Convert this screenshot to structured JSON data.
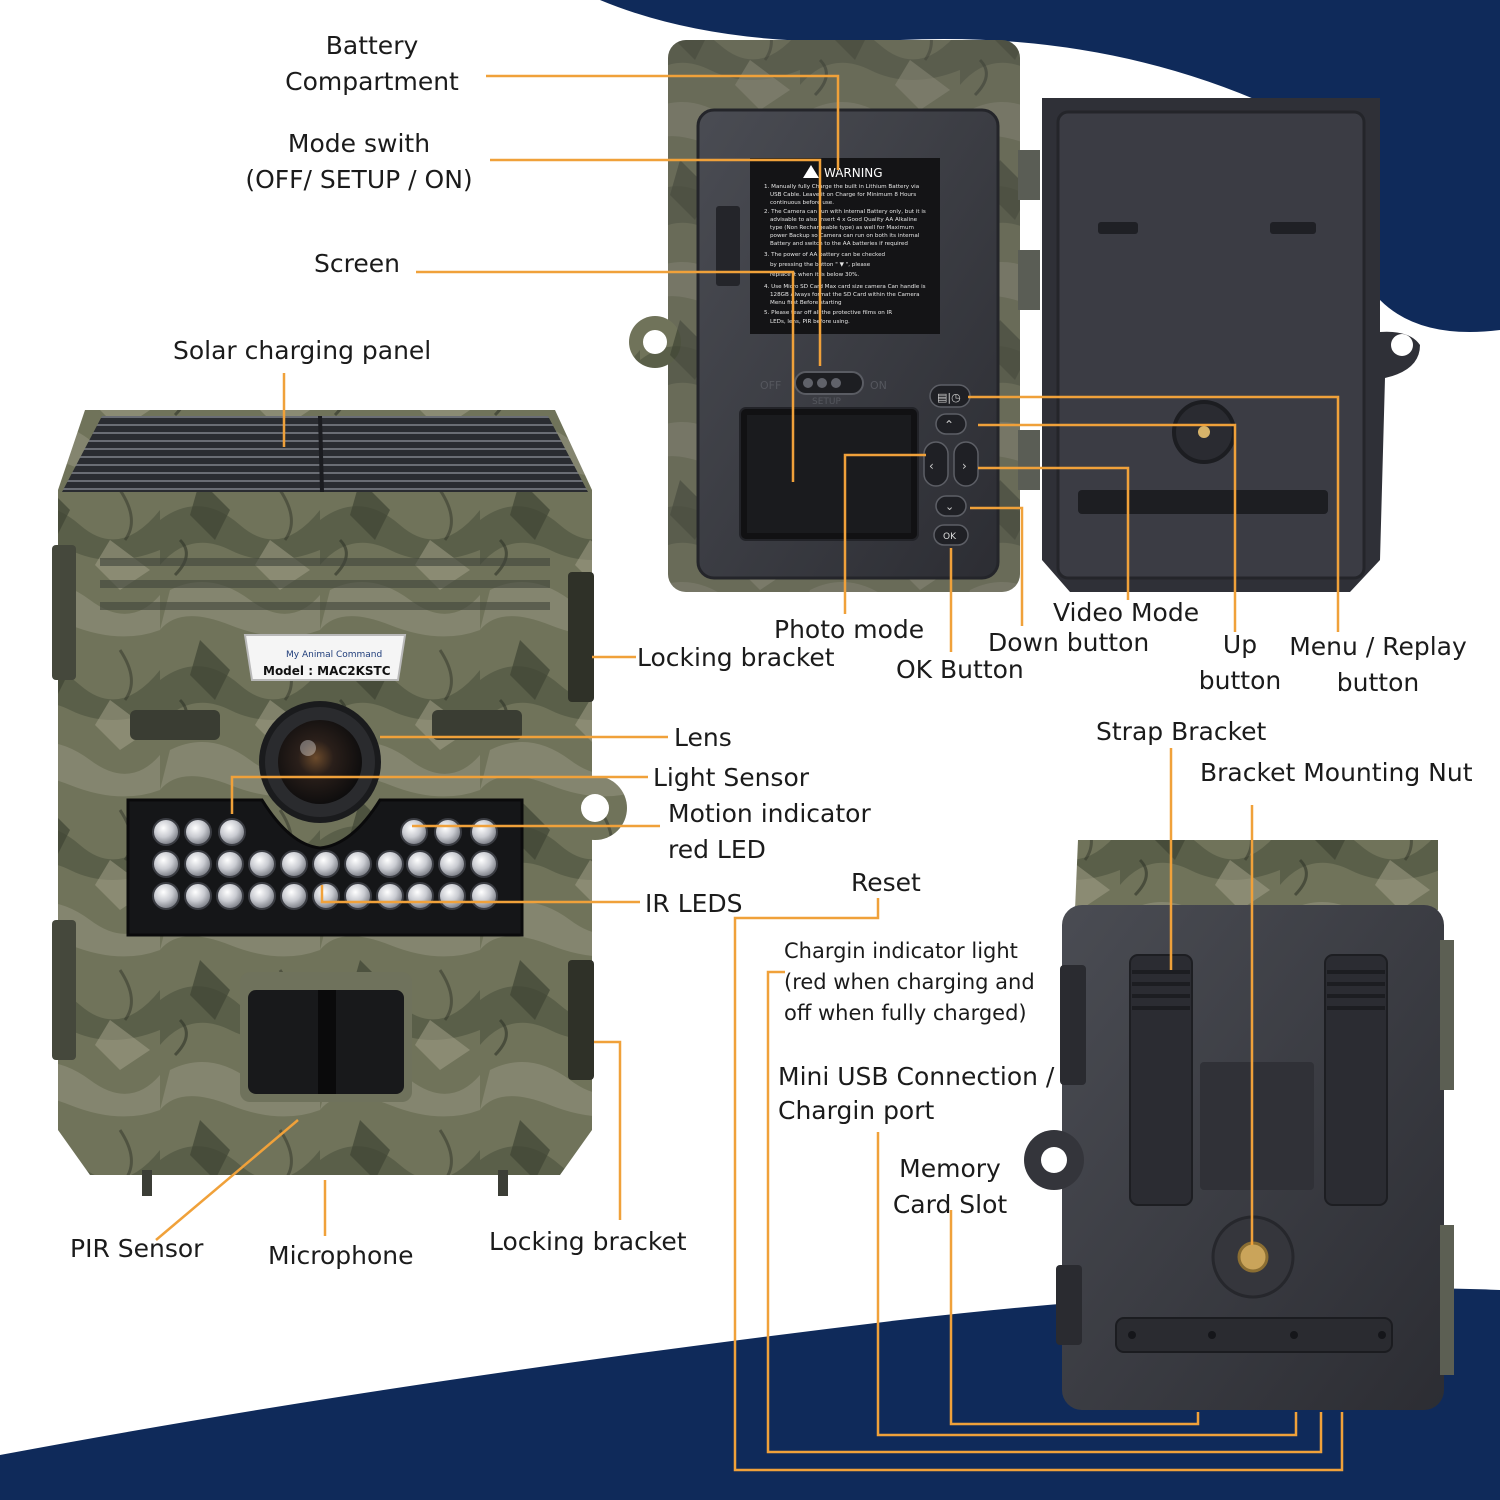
{
  "colors": {
    "accent_line": "#f0a13a",
    "navy": "#0f2a5a",
    "camo_base": "#6f7358",
    "housing_dark": "#3b3d44",
    "label_text": "#1b1b1b"
  },
  "device": {
    "warning_title": "WARNING",
    "warning_lines": [
      "1. Manually fully Charge the built in Lithium Battery via",
      "USB Cable. Leave it on Charge for Minimum 8 Hours",
      "continuous before use.",
      "2. The Camera can run with internal Battery only, but it is",
      "advisable to also insert 4 x Good Quality AA Alkaline",
      "type (Non Rechargeable type) as well for Maximum",
      "power Backup so Camera can run on both its internal",
      "Battery and switch to the AA batteries if required",
      "3. The power of AA battery can be checked",
      "by pressing the button \" ▼ \", please",
      "replace it when it is below 30%.",
      "4. Use Micro SD Card Max card size camera Can handle is",
      "128GB Always format the SD Card within the Camera",
      "Menu first Before starting",
      "5. Please tear off all the protective films on IR",
      "LEDs, lens, PIR before using."
    ],
    "switch_off": "OFF",
    "switch_on": "ON",
    "switch_setup": "SETUP",
    "ok_button": "OK",
    "brand": "My Animal Command",
    "model": "Model : MAC2KSTC"
  },
  "labels": {
    "battery": [
      "Battery",
      "Compartment"
    ],
    "mode": [
      "Mode swith",
      "(OFF/ SETUP / ON)"
    ],
    "screen": "Screen",
    "solar": "Solar charging panel",
    "locking_top": "Locking bracket",
    "photo": "Photo mode",
    "ok": "OK Button",
    "down": "Down button",
    "video": "Video Mode",
    "up": [
      "Up",
      "button"
    ],
    "menu": [
      "Menu / Replay",
      "button"
    ],
    "lens": "Lens",
    "light_sensor": "Light Sensor",
    "motion": [
      "Motion indicator",
      "red LED"
    ],
    "ir": "IR LEDS",
    "reset": "Reset",
    "strap": "Strap Bracket",
    "mount_nut": "Bracket Mounting Nut",
    "charging": [
      "Chargin indicator light",
      "(red when charging and",
      "off when fully charged)"
    ],
    "usb": [
      "Mini USB Connection /",
      "Chargin port"
    ],
    "memory": [
      "Memory",
      "Card Slot"
    ],
    "pir": "PIR Sensor",
    "microphone": "Microphone",
    "locking_bottom": "Locking bracket"
  }
}
